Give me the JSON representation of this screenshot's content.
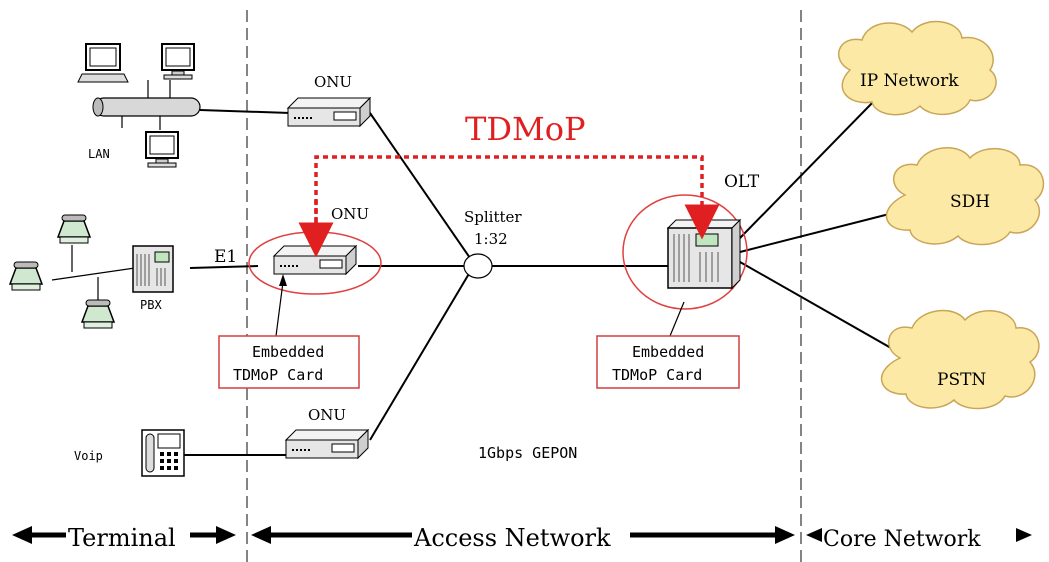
{
  "colors": {
    "accent_red": "#e02020",
    "cloud_fill": "#fde9a6",
    "cloud_stroke": "#c9a557",
    "device_fill": "#e6e6e6",
    "line": "#000000"
  },
  "labels": {
    "tdmop": "TDMoP",
    "olt": "OLT",
    "onu_top": "ONU",
    "onu_middle": "ONU",
    "onu_bottom": "ONU",
    "splitter_name": "Splitter",
    "splitter_ratio": "1:32",
    "e1": "E1",
    "pbx": "PBX",
    "lan": "LAN",
    "voip": "Voip",
    "gepon": "1Gbps GEPON"
  },
  "cards": {
    "onu_card_line1": "Embedded",
    "onu_card_line2": "TDMoP Card",
    "olt_card_line1": "Embedded",
    "olt_card_line2": "TDMoP Card"
  },
  "clouds": {
    "ip": "IP Network",
    "sdh": "SDH",
    "pstn": "PSTN"
  },
  "zones": {
    "terminal": "Terminal",
    "access": "Access Network",
    "core": "Core Network"
  },
  "icons": [
    "computer-icon",
    "phone-icon",
    "pbx-icon",
    "onu-device-icon",
    "olt-device-icon",
    "splitter-icon",
    "cloud-icon",
    "voip-phone-icon"
  ]
}
